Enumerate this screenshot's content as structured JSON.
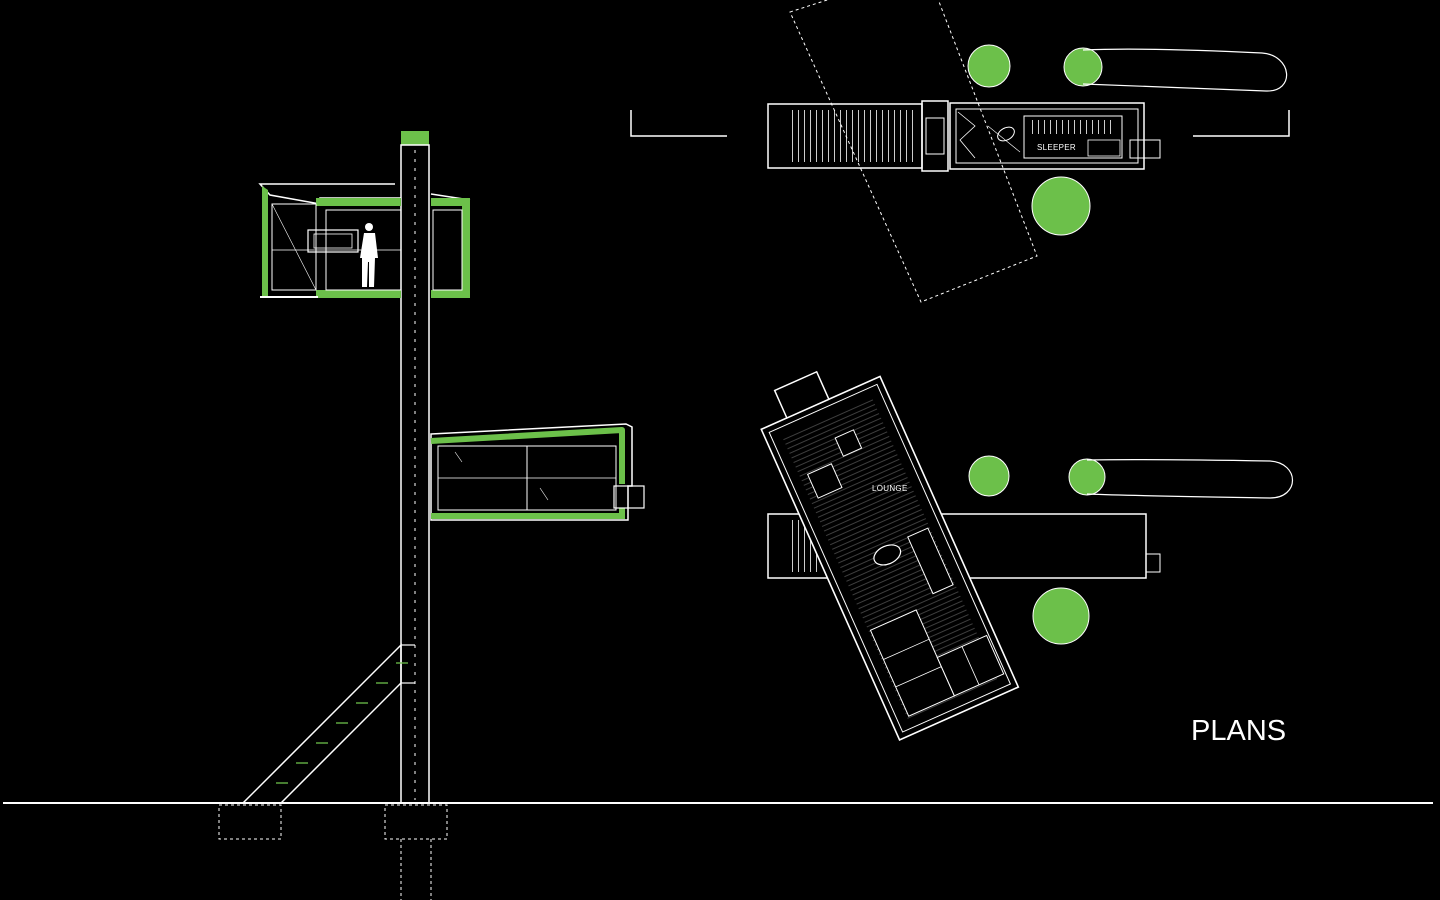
{
  "labels": {
    "sleeper": "SLEEPER",
    "lounge": "LOUNGE",
    "title": "PLANS"
  },
  "colors": {
    "background": "#000000",
    "line": "#ffffff",
    "accent_green": "#6cc04a"
  }
}
